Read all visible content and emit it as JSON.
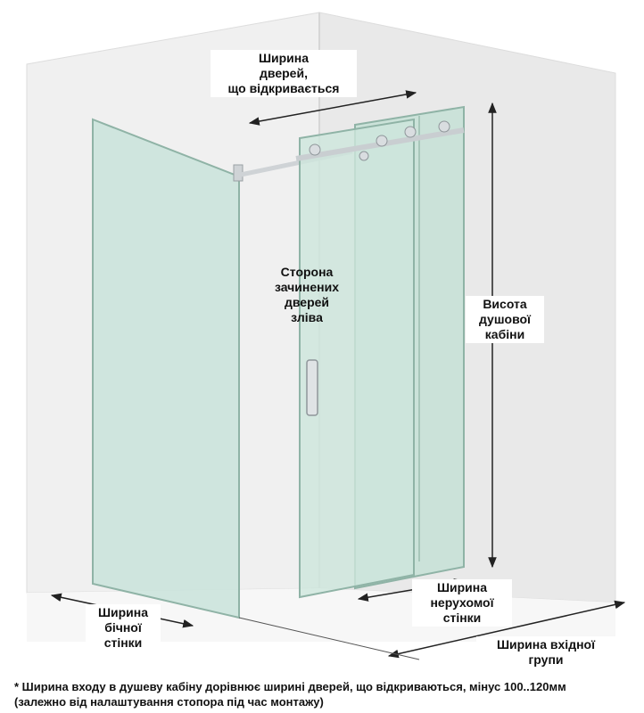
{
  "labels": {
    "door_width": [
      "Ширина",
      "дверей,",
      "що відкривається"
    ],
    "closed_door_side": [
      "Сторона",
      "зачинених",
      "дверей",
      "зліва"
    ],
    "cabin_height": [
      "Висота",
      "душової",
      "кабіни"
    ],
    "fixed_wall_width": [
      "Ширина",
      "нерухомої",
      "стінки"
    ],
    "side_wall_width": [
      "Ширина",
      "бічної",
      "стінки"
    ],
    "entry_group_width": [
      "Ширина вхідної",
      "групи"
    ]
  },
  "footnote": [
    "* Ширина входу в душеву кабіну дорівнює ширині дверей, що відкриваються, мінус 100..120мм",
    "(залежно від налаштування стопора під час монтажу)"
  ],
  "colors": {
    "wall": "#eeeeee",
    "glass": "#c9e3da",
    "glass_edge": "#8fb3a6",
    "hardware": "#cfd3d6",
    "dimension_line": "#222222"
  }
}
